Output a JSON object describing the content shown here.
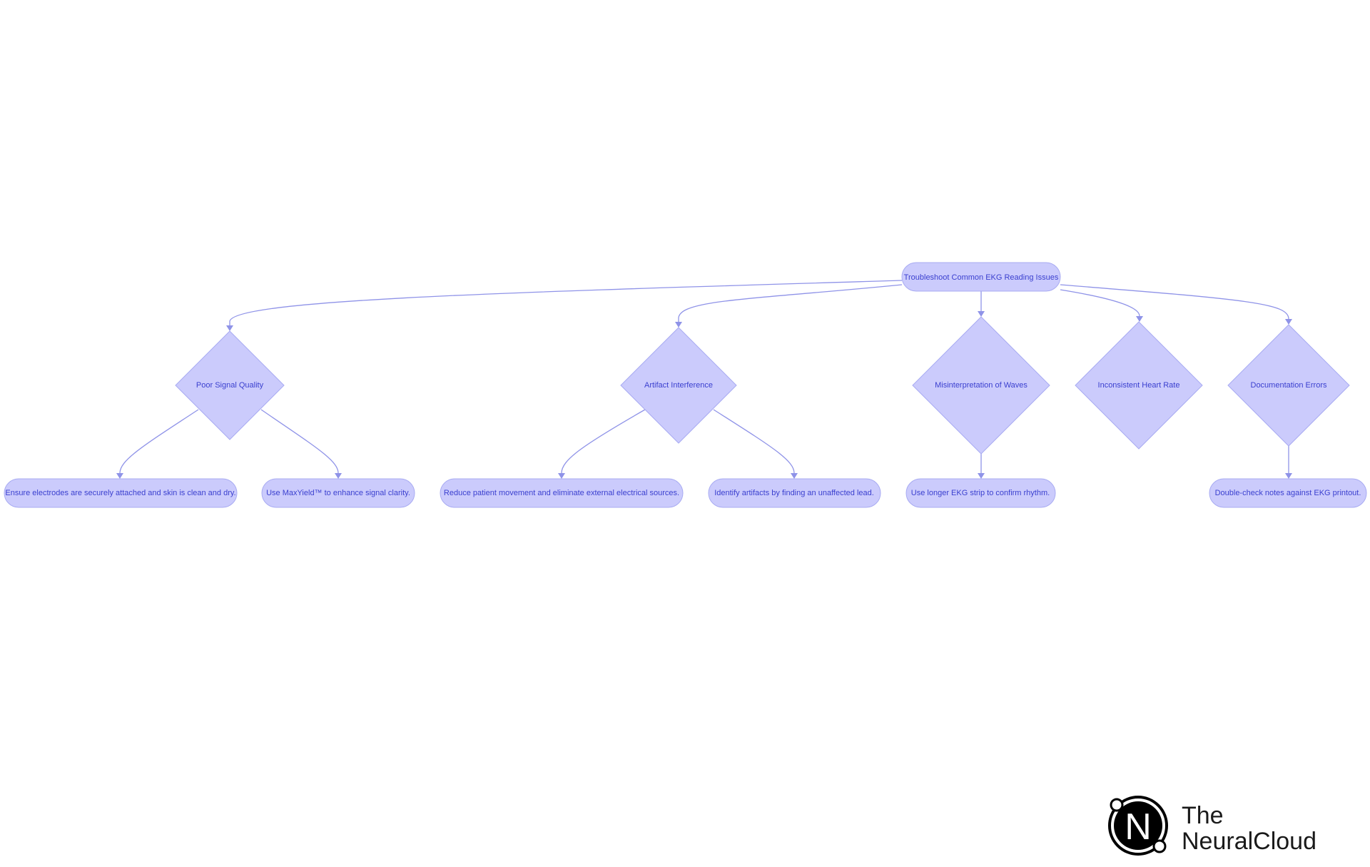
{
  "diagram": {
    "root": {
      "label": "Troubleshoot Common EKG Reading Issues"
    },
    "decisions": [
      {
        "id": "signal",
        "label": "Poor Signal Quality"
      },
      {
        "id": "artifact",
        "label": "Artifact Interference"
      },
      {
        "id": "waves",
        "label": "Misinterpretation of Waves"
      },
      {
        "id": "rate",
        "label": "Inconsistent Heart Rate"
      },
      {
        "id": "docs",
        "label": "Documentation Errors"
      }
    ],
    "actions": [
      {
        "id": "electrodes",
        "label": "Ensure electrodes are securely attached and skin is clean and dry."
      },
      {
        "id": "maxyield",
        "label": "Use MaxYield™ to enhance signal clarity."
      },
      {
        "id": "movement",
        "label": "Reduce patient movement and eliminate external electrical sources."
      },
      {
        "id": "identify",
        "label": "Identify artifacts by finding an unaffected lead."
      },
      {
        "id": "strip",
        "label": "Use longer EKG strip to confirm rhythm."
      },
      {
        "id": "doublecheck",
        "label": "Double-check notes against EKG printout."
      }
    ]
  },
  "logo": {
    "mark": "N",
    "line1": "The",
    "line2": "NeuralCloud"
  },
  "colors": {
    "node_fill": "#cbcbfc",
    "node_stroke": "#a8abf2",
    "edge": "#8f93e8",
    "text": "#3a3fcf"
  }
}
